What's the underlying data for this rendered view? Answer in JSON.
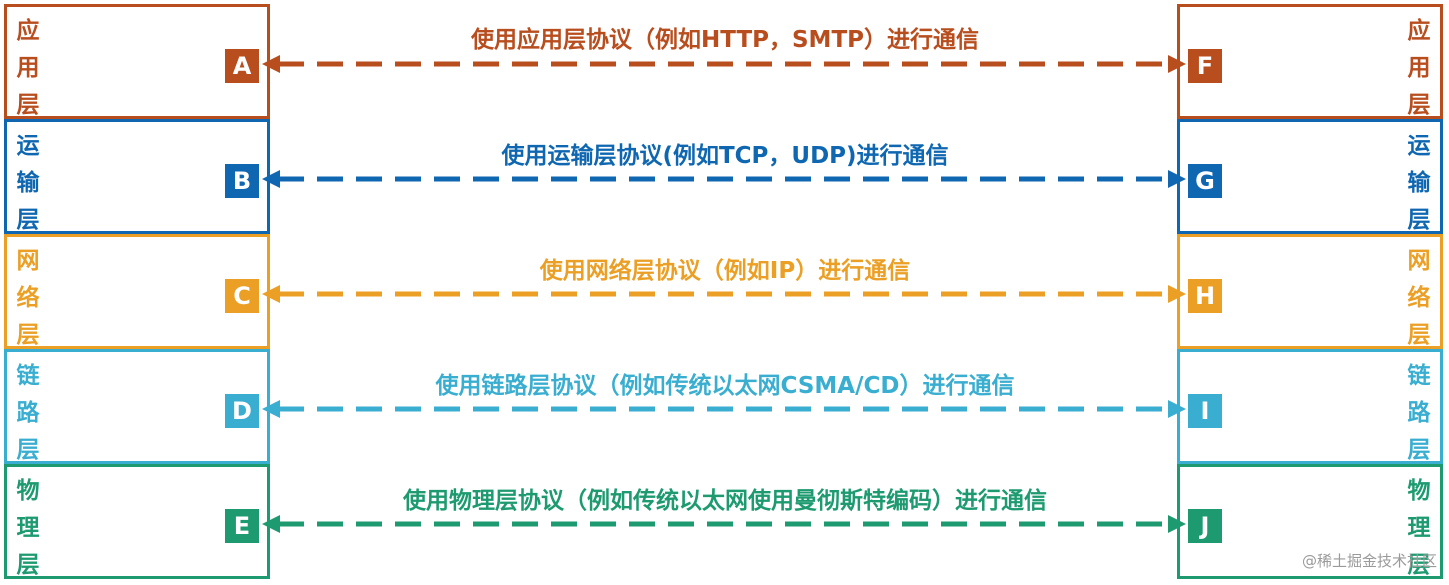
{
  "layers": [
    {
      "key": "application",
      "name": "应用层",
      "left_letter": "A",
      "right_letter": "F",
      "protocol": "使用应用层协议（例如HTTP，SMTP）进行通信",
      "color": "#b84d1e"
    },
    {
      "key": "transport",
      "name": "运输层",
      "left_letter": "B",
      "right_letter": "G",
      "protocol": "使用运输层协议(例如TCP，UDP)进行通信",
      "color": "#0f67b1"
    },
    {
      "key": "network",
      "name": "网络层",
      "left_letter": "C",
      "right_letter": "H",
      "protocol": "使用网络层协议（例如IP）进行通信",
      "color": "#eb9f24"
    },
    {
      "key": "datalink",
      "name": "链路层",
      "left_letter": "D",
      "right_letter": "I",
      "protocol": "使用链路层协议（例如传统以太网CSMA/CD）进行通信",
      "color": "#3aaed0"
    },
    {
      "key": "physical",
      "name": "物理层",
      "left_letter": "E",
      "right_letter": "J",
      "protocol": "使用物理层协议（例如传统以太网使用曼彻斯特编码）进行通信",
      "color": "#1d9a70"
    }
  ],
  "watermark": "@稀土掘金技术社区"
}
